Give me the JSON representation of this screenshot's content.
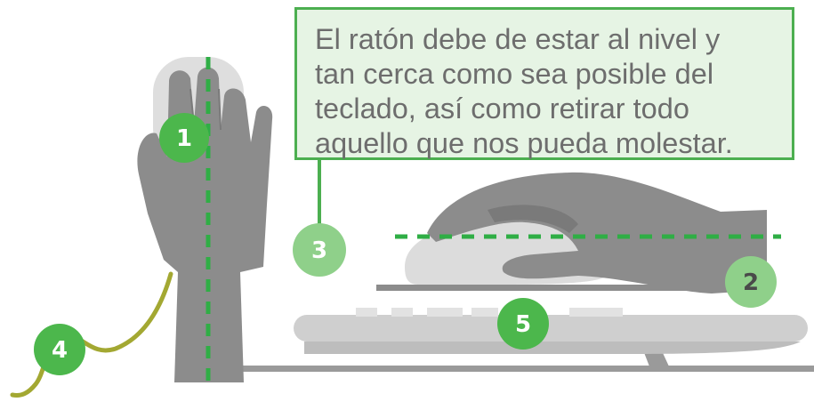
{
  "callout": {
    "lines": [
      "El ratón debe de estar al nivel y",
      "tan cerca como sea posible del",
      "teclado, así como retirar todo",
      "aquello que nos pueda molestar."
    ]
  },
  "badges": [
    {
      "label": "1",
      "meaning": "vertical hand/mouse alignment",
      "color": "#4cb74c"
    },
    {
      "label": "2",
      "meaning": "mouse at keyboard level",
      "color": "#8fd08a"
    },
    {
      "label": "3",
      "meaning": "callout pointer",
      "color": "#8fd08a"
    },
    {
      "label": "4",
      "meaning": "cable",
      "color": "#4cb74c"
    },
    {
      "label": "5",
      "meaning": "keyboard",
      "color": "#4cb74c"
    }
  ],
  "colors": {
    "accent_green": "#4caf50",
    "callout_bg": "#e6f4e4",
    "callout_text": "#6d6d6d",
    "hand_gray": "#8c8c8c",
    "surface_gray": "#cfcfcf",
    "cable": "#a3a832"
  }
}
